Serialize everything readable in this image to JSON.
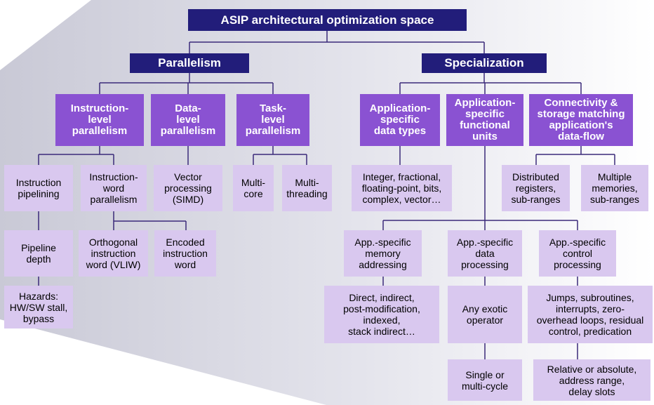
{
  "title": "ASIP architectural optimization space",
  "branches": {
    "parallelism": "Parallelism",
    "specialization": "Specialization"
  },
  "categories": {
    "ilp": "Instruction-\nlevel\nparallelism",
    "dlp": "Data-\nlevel\nparallelism",
    "tlp": "Task-\nlevel\nparallelism",
    "data_types": "Application-\nspecific\ndata types",
    "func_units": "Application-\nspecific\nfunctional\nunits",
    "connectivity": "Connectivity &\nstorage matching\napplication's\ndata-flow"
  },
  "items": {
    "pipelining": "Instruction\npipelining",
    "iwp": "Instruction-\nword\nparallelism",
    "vector": "Vector\nprocessing\n(SIMD)",
    "multicore": "Multi-\ncore",
    "multithreading": "Multi-\nthreading",
    "data_types_list": "Integer, fractional,\nfloating-point, bits,\ncomplex, vector…",
    "dist_registers": "Distributed\nregisters,\nsub-ranges",
    "multi_memories": "Multiple\nmemories,\nsub-ranges",
    "pipeline_depth": "Pipeline\ndepth",
    "vliw": "Orthogonal\ninstruction\nword (VLIW)",
    "encoded": "Encoded\ninstruction\nword",
    "hazards": "Hazards:\nHW/SW stall,\nbypass",
    "mem_addr": "App.-specific\nmemory\naddressing",
    "data_proc": "App.-specific\ndata\nprocessing",
    "ctrl_proc": "App.-specific\ncontrol\nprocessing",
    "addr_modes": "Direct, indirect,\npost-modification,\nindexed,\nstack indirect…",
    "exotic": "Any exotic\noperator",
    "control_list": "Jumps, subroutines,\ninterrupts, zero-\noverhead loops, residual\ncontrol, predication",
    "cycles": "Single or\nmulti-cycle",
    "relative": "Relative or absolute,\naddress range,\ndelay slots"
  },
  "colors": {
    "navy": "#221d7a",
    "purple": "#8a52d2",
    "lavender": "#d9c8ef",
    "line": "#3b2a7a"
  }
}
